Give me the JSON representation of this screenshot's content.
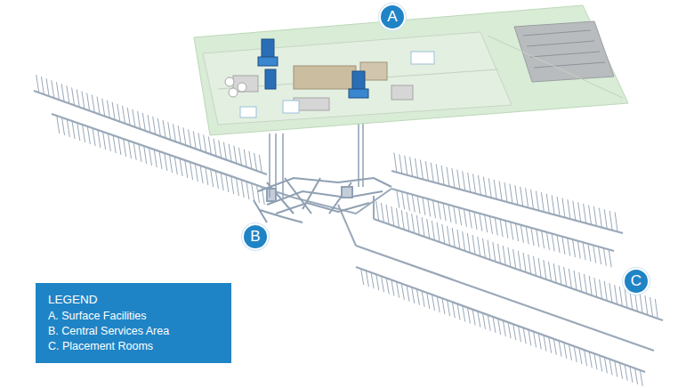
{
  "diagram": {
    "nodes": [
      {
        "text": [
          "A"
        ]
      },
      {
        "text": [
          "B"
        ]
      },
      {
        "text": [
          "C"
        ]
      },
      {
        "text": [
          "LEGEND",
          "A. Surface Facilities",
          "B. Central Services Area",
          "C. Placement Rooms"
        ]
      }
    ]
  }
}
